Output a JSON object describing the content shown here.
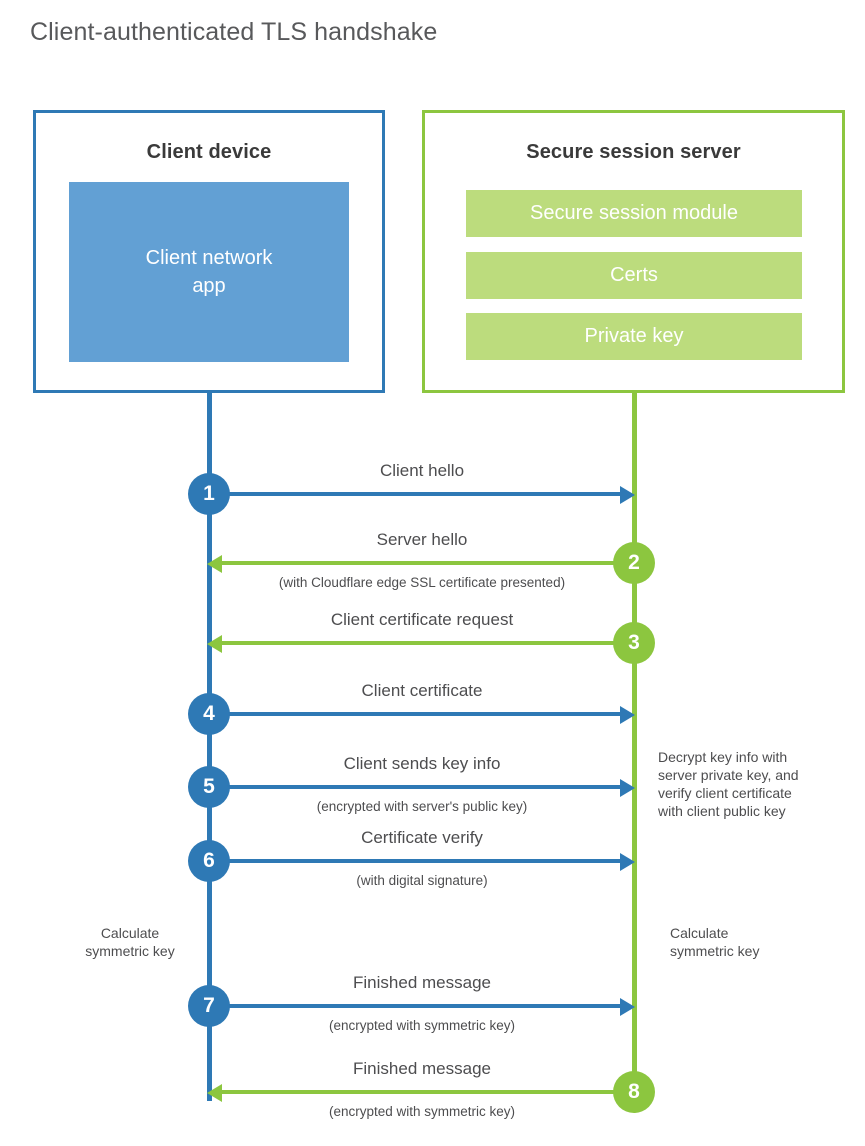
{
  "title": "Client-authenticated TLS handshake",
  "colors": {
    "blue_stroke": "#2e79b5",
    "blue_fill": "#62a0d4",
    "green_stroke": "#8cc63f",
    "green_fill": "#bcdc7d",
    "text": "#4d4d4f",
    "title_text": "#58595b"
  },
  "actors": {
    "client": {
      "title": "Client device",
      "app_label_line1": "Client network",
      "app_label_line2": "app"
    },
    "server": {
      "title": "Secure session server",
      "modules": [
        "Secure session module",
        "Certs",
        "Private key"
      ]
    }
  },
  "steps": [
    {
      "number": "1",
      "label": "Client hello",
      "sub": "",
      "direction": "client-to-server",
      "color": "blue"
    },
    {
      "number": "2",
      "label": "Server hello",
      "sub": "(with Cloudflare edge SSL certificate presented)",
      "direction": "server-to-client",
      "color": "green"
    },
    {
      "number": "3",
      "label": "Client certificate request",
      "sub": "",
      "direction": "server-to-client",
      "color": "green"
    },
    {
      "number": "4",
      "label": "Client certificate",
      "sub": "",
      "direction": "client-to-server",
      "color": "blue"
    },
    {
      "number": "5",
      "label": "Client sends key info",
      "sub": "(encrypted with server's public key)",
      "direction": "client-to-server",
      "color": "blue"
    },
    {
      "number": "6",
      "label": "Certificate verify",
      "sub": "(with digital signature)",
      "direction": "client-to-server",
      "color": "blue"
    },
    {
      "number": "7",
      "label": "Finished message",
      "sub": "(encrypted with symmetric key)",
      "direction": "client-to-server",
      "color": "blue"
    },
    {
      "number": "8",
      "label": "Finished message",
      "sub": "(encrypted with symmetric key)",
      "direction": "server-to-client",
      "color": "green"
    }
  ],
  "annotations": {
    "decrypt_note": {
      "lines": [
        "Decrypt key info with",
        "server private key, and",
        "verify client certificate",
        "with client public key"
      ]
    },
    "calculate_client": {
      "lines": [
        "Calculate",
        "symmetric key"
      ]
    },
    "calculate_server": {
      "lines": [
        "Calculate",
        "symmetric key"
      ]
    }
  }
}
